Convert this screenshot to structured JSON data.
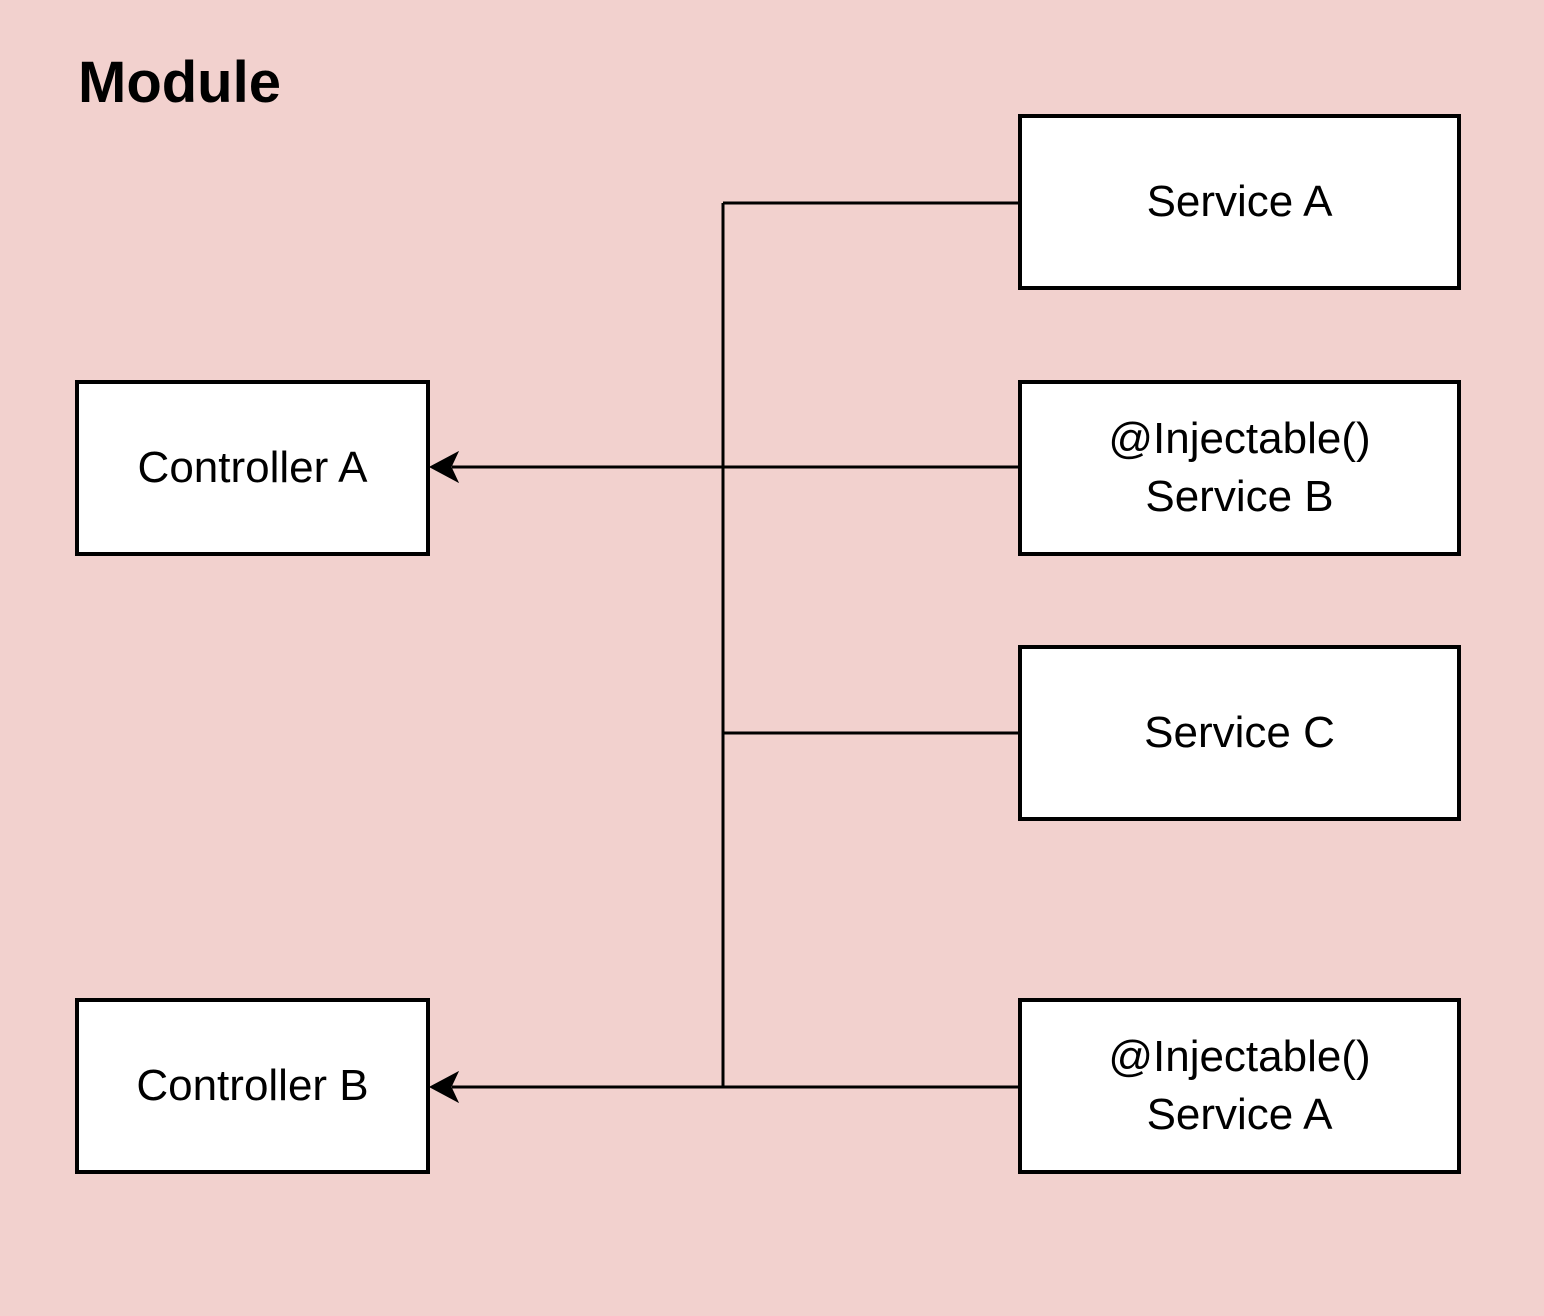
{
  "title": "Module",
  "colors": {
    "background": "#F2D1CE",
    "box_fill": "#FFFFFF",
    "box_border": "#000000",
    "line": "#000000",
    "text": "#000000"
  },
  "nodes": {
    "service_a": {
      "label": "Service A"
    },
    "service_b": {
      "decorator": "@Injectable()",
      "label": "Service B"
    },
    "service_c": {
      "label": "Service C"
    },
    "service_a_injectable": {
      "decorator": "@Injectable()",
      "label": "Service A"
    },
    "controller_a": {
      "label": "Controller A"
    },
    "controller_b": {
      "label": "Controller B"
    }
  },
  "edges": [
    {
      "from": "service_a",
      "to": "trunk",
      "arrowhead": false
    },
    {
      "from": "service_b",
      "via": "trunk",
      "to": "controller_a",
      "arrowhead": true
    },
    {
      "from": "service_c",
      "to": "trunk",
      "arrowhead": false
    },
    {
      "from": "service_a_injectable",
      "via": "trunk",
      "to": "controller_b",
      "arrowhead": true
    }
  ]
}
